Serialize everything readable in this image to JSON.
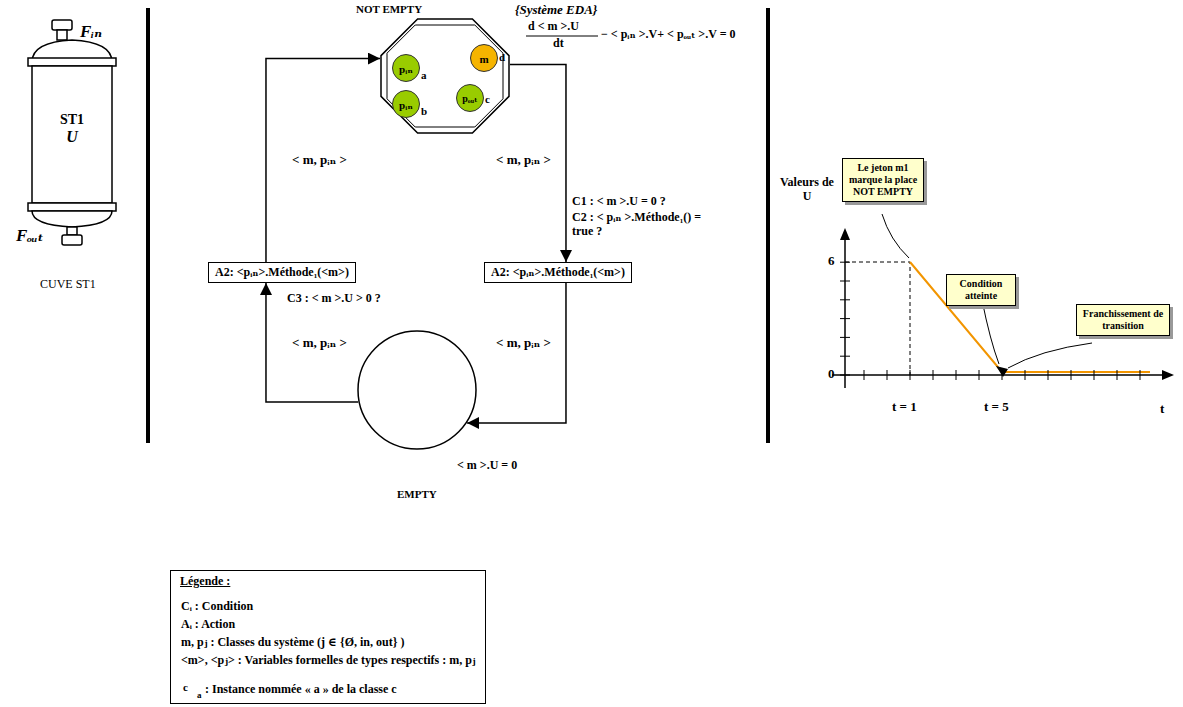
{
  "diagram": {
    "nodes": [
      {
        "text": [
          "ST1",
          "U"
        ]
      },
      {
        "text": [
          "NOT EMPTY"
        ]
      },
      {
        "text": [
          "pᵢₙ",
          "a"
        ],
        "in": 1
      },
      {
        "text": [
          "m",
          "d"
        ],
        "in": 1
      },
      {
        "text": [
          "pᵢₙ",
          "b"
        ],
        "in": 1
      },
      {
        "text": [
          "pₒᵤₜ",
          "c"
        ],
        "in": 1
      },
      {
        "text": [
          "A2: <pᵢₙ>.Méthode₁(<m>)"
        ]
      },
      {
        "text": [
          "A2: <pᵢₙ>.Méthode₁(<m>)"
        ]
      },
      {
        "text": [
          "< m >.U = 0",
          "EMPTY"
        ]
      },
      {
        "text": [
          "Le jeton m1 marque la place NOT EMPTY"
        ]
      },
      {
        "text": [
          "Condition atteinte"
        ]
      },
      {
        "text": [
          "Franchissement de transition"
        ]
      }
    ],
    "edges": [
      {
        "from": 1,
        "to": 7,
        "label": "< m, pᵢₙ >",
        "arrow": "to"
      },
      {
        "from": 7,
        "to": 8,
        "label": "< m, pᵢₙ >",
        "arrow": "to"
      },
      {
        "from": 8,
        "to": 6,
        "label": "< m, pᵢₙ >",
        "arrow": "to"
      },
      {
        "from": 6,
        "to": 1,
        "label": "< m, pᵢₙ >",
        "arrow": "to"
      }
    ],
    "labels": [
      "Fᵢₙ",
      "Fₒᵤₜ",
      "CUVE ST1",
      "{Système EDA}",
      "d < m >.U",
      "dt",
      "− < pᵢₙ >.V+ < pₒᵤₜ >.V = 0",
      "C1 : < m >.U = 0 ?",
      "C2 : < pᵢₙ >.Méthode₁() = true ?",
      "C3 : < m >.U > 0 ?",
      "Valeurs de U",
      "6",
      "0",
      "t = 1",
      "t = 5",
      "t",
      "Légende :",
      "c",
      "a"
    ],
    "legend": [
      {
        "text": "Cᵢ : Condition"
      },
      {
        "text": "Aᵢ : Action"
      },
      {
        "text": "m, pⱼ : Classes du système (j ∈ {Ø, in, out} )"
      },
      {
        "text": "<m>, <pⱼ> : Variables formelles de types respectifs : m, pⱼ"
      },
      {
        "text": ": Instance nommée « a » de la classe c"
      }
    ]
  }
}
